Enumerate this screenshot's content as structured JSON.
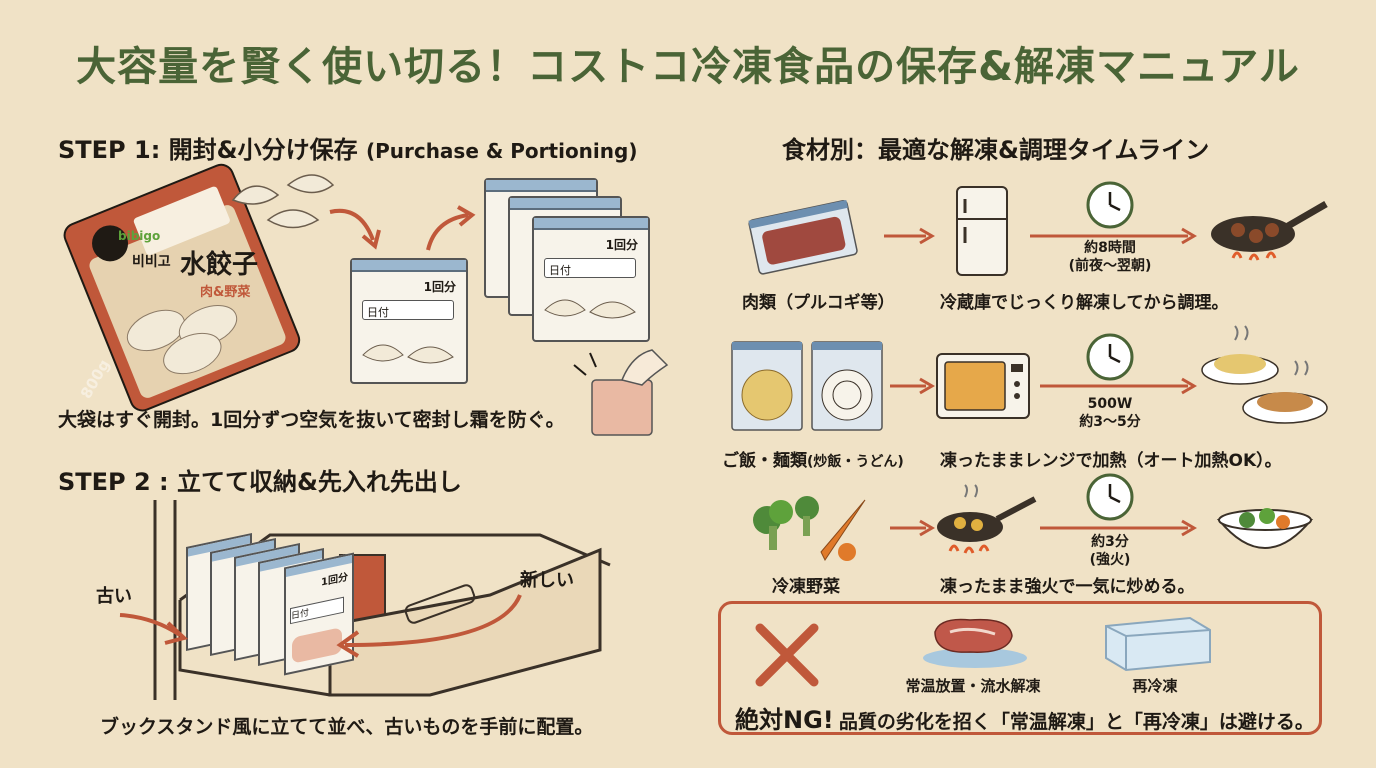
{
  "title": "大容量を賢く使い切る！コストコ冷凍食品の保存&解凍マニュアル",
  "step1": {
    "heading": "STEP 1: 開封&小分け保存",
    "heading_en": "(Purchase & Portioning)",
    "bag_label": "水餃子",
    "bag_sub": "肉&野菜",
    "bag_brand": "bibigo",
    "bag_weight": "800g",
    "bag_korean": "비비고",
    "portion_label": "1回分",
    "date_label": "日付",
    "caption": "大袋はすぐ開封。1回分ずつ空気を抜いて密封し霜を防ぐ。"
  },
  "step2": {
    "heading": "STEP 2 : 立てて収納&先入れ先出し",
    "old_label": "古い",
    "new_label": "新しい",
    "portion_label": "1回分",
    "date_label": "日付",
    "caption": "ブックスタンド風に立てて並べ、古いものを手前に配置。"
  },
  "timeline": {
    "heading": "食材別：最適な解凍&調理タイムライン",
    "rows": [
      {
        "food": "肉類（プルコギ等）",
        "time": "約8時間",
        "time2": "(前夜〜翌朝)",
        "note": "冷蔵庫でじっくり解凍してから調理。"
      },
      {
        "food": "ご飯・麺類",
        "food_sub": "(炒飯・うどん)",
        "time": "500W",
        "time2": "約3〜5分",
        "note": "凍ったままレンジで加熱（オート加熱OK）。"
      },
      {
        "food": "冷凍野菜",
        "time": "約3分",
        "time2": "(強火)",
        "note": "凍ったまま強火で一気に炒める。"
      }
    ]
  },
  "ng": {
    "label1": "常温放置・流水解凍",
    "label2": "再冷凍",
    "bold": "絶対NG!",
    "text": "品質の劣化を招く「常温解凍」と「再冷凍」は避ける。"
  },
  "colors": {
    "accent": "#c0583a",
    "title": "#4a6436",
    "background": "#f0e2c6"
  }
}
